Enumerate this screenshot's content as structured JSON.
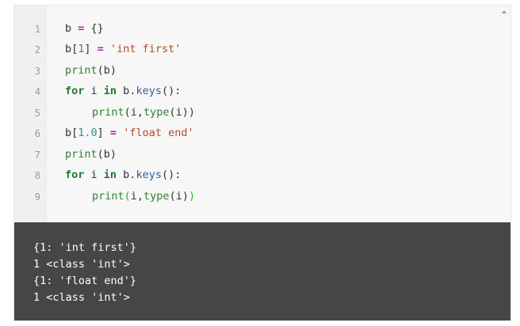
{
  "editor": {
    "line_numbers": [
      "1",
      "2",
      "3",
      "4",
      "5",
      "6",
      "7",
      "8",
      "9"
    ],
    "lines": [
      {
        "tokens": [
          "b ",
          "=",
          " {}"
        ]
      },
      {
        "tokens": [
          "b[",
          "1",
          "] ",
          "=",
          " ",
          "'int first'"
        ]
      },
      {
        "tokens": [
          "print",
          "(b)"
        ]
      },
      {
        "tokens": [
          "for",
          " i ",
          "in",
          " b.",
          "keys",
          "():"
        ]
      },
      {
        "tokens": [
          "print",
          "(i,",
          "type",
          "(i))"
        ]
      },
      {
        "tokens": [
          "b[",
          "1.0",
          "] ",
          "=",
          " ",
          "'float end'"
        ]
      },
      {
        "tokens": [
          "print",
          "(b)"
        ]
      },
      {
        "tokens": [
          "for",
          " i ",
          "in",
          " b.",
          "keys",
          "():"
        ]
      },
      {
        "tokens": [
          "print",
          "(",
          "i,",
          "type",
          "(i)",
          ")"
        ]
      }
    ]
  },
  "output": {
    "lines": [
      "{1: 'int first'}",
      "1 <class 'int'>",
      "{1: 'float end'}",
      "1 <class 'int'>"
    ]
  },
  "colors": {
    "keyword": "#1f7a2a",
    "operator": "#a626a4",
    "string": "#b5482d",
    "number": "#29908a",
    "output_bg": "#464646"
  },
  "icons": {
    "scroll_up": "scroll-up-arrow-icon"
  }
}
